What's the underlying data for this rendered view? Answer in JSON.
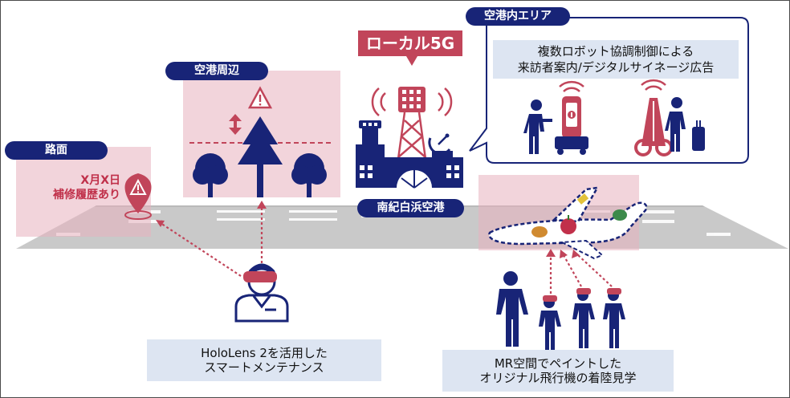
{
  "labels": {
    "road_surface": "路面",
    "airport_surroundings": "空港周辺",
    "airport_interior_area": "空港内エリア",
    "local_5g": "ローカル5G",
    "airport_name": "南紀白浜空港"
  },
  "road_note": {
    "line1": "X月X日",
    "line2": "補修履歴あり"
  },
  "interior_caption": {
    "line1": "複数ロボット協調制御による",
    "line2": "来訪者案内/デジタルサイネージ広告"
  },
  "maintenance_caption": {
    "line1": "HoloLens 2を活用した",
    "line2": "スマートメンテナンス"
  },
  "mr_caption": {
    "line1": "MR空間でペイントした",
    "line2": "オリジナル飛行機の着陸見学"
  },
  "colors": {
    "navy": "#182477",
    "crimson": "#c1455a",
    "pink_box": "#e8b0be",
    "caption_bg": "#dde5f2",
    "runway": "#c8c8c8"
  }
}
